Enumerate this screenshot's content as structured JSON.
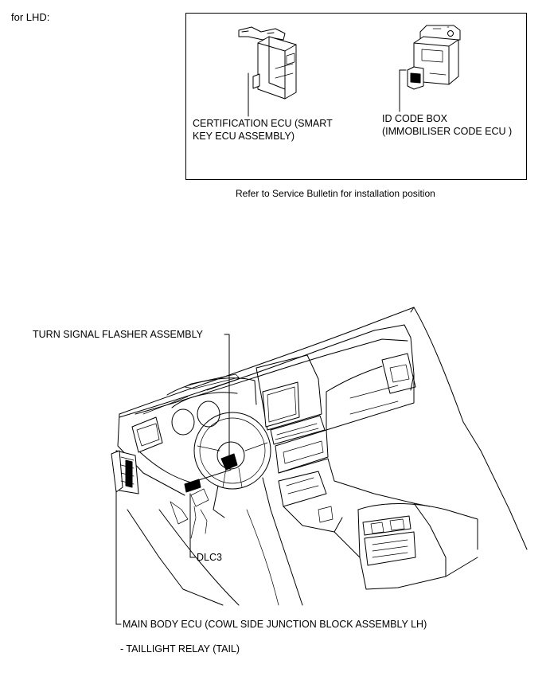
{
  "header": {
    "variant_label": "for LHD:"
  },
  "inset": {
    "certification_ecu_line1": "CERTIFICATION ECU (SMART",
    "certification_ecu_line2": "KEY ECU ASSEMBLY)",
    "id_code_box_line1": "ID CODE BOX",
    "id_code_box_line2": "(IMMOBILISER CODE ECU )",
    "caption": "Refer to Service Bulletin for installation position"
  },
  "callouts": {
    "turn_signal": "TURN SIGNAL FLASHER ASSEMBLY",
    "dlc3": "DLC3",
    "main_body_ecu": "MAIN BODY ECU (COWL SIDE JUNCTION BLOCK ASSEMBLY LH)",
    "taillight_relay": "- TAILLIGHT RELAY (TAIL)"
  }
}
